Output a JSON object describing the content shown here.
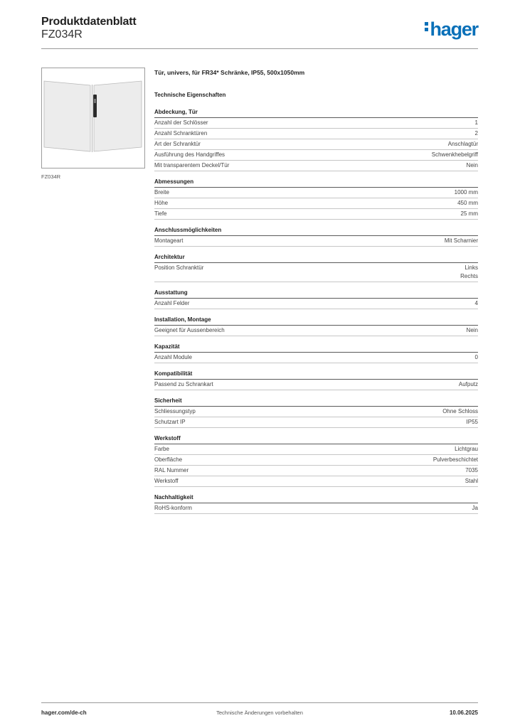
{
  "header": {
    "title": "Produktdatenblatt",
    "code": "FZ034R",
    "logo_text": "hager",
    "brand_color": "#0a70b8"
  },
  "image": {
    "caption": "FZ034R"
  },
  "product": {
    "description": "Tür, univers, für FR34* Schränke, IP55, 500x1050mm",
    "properties_title": "Technische Eigenschaften"
  },
  "sections": [
    {
      "title": "Abdeckung, Tür",
      "rows": [
        {
          "label": "Anzahl der Schlösser",
          "value": [
            "1"
          ]
        },
        {
          "label": "Anzahl Schranktüren",
          "value": [
            "2"
          ]
        },
        {
          "label": "Art der Schranktür",
          "value": [
            "Anschlagtür"
          ]
        },
        {
          "label": "Ausführung des Handgriffes",
          "value": [
            "Schwenkhebelgriff"
          ]
        },
        {
          "label": "Mit transparentem Deckel/Tür",
          "value": [
            "Nein"
          ]
        }
      ]
    },
    {
      "title": "Abmessungen",
      "rows": [
        {
          "label": "Breite",
          "value": [
            "1000 mm"
          ]
        },
        {
          "label": "Höhe",
          "value": [
            "450 mm"
          ]
        },
        {
          "label": "Tiefe",
          "value": [
            "25 mm"
          ]
        }
      ]
    },
    {
      "title": "Anschlussmöglichkeiten",
      "rows": [
        {
          "label": "Montageart",
          "value": [
            "Mit Scharnier"
          ]
        }
      ]
    },
    {
      "title": "Architektur",
      "rows": [
        {
          "label": "Position Schranktür",
          "value": [
            "Links",
            "Rechts"
          ]
        }
      ]
    },
    {
      "title": "Ausstattung",
      "rows": [
        {
          "label": "Anzahl Felder",
          "value": [
            "4"
          ]
        }
      ]
    },
    {
      "title": "Installation, Montage",
      "rows": [
        {
          "label": "Geeignet für Aussenbereich",
          "value": [
            "Nein"
          ]
        }
      ]
    },
    {
      "title": "Kapazität",
      "rows": [
        {
          "label": "Anzahl Module",
          "value": [
            "0"
          ]
        }
      ]
    },
    {
      "title": "Kompatibilität",
      "rows": [
        {
          "label": "Passend zu Schrankart",
          "value": [
            "Aufputz"
          ]
        }
      ]
    },
    {
      "title": "Sicherheit",
      "rows": [
        {
          "label": "Schliessungstyp",
          "value": [
            "Ohne Schloss"
          ]
        },
        {
          "label": "Schutzart IP",
          "value": [
            "IP55"
          ]
        }
      ]
    },
    {
      "title": "Werkstoff",
      "rows": [
        {
          "label": "Farbe",
          "value": [
            "Lichtgrau"
          ]
        },
        {
          "label": "Oberfläche",
          "value": [
            "Pulverbeschichtet"
          ]
        },
        {
          "label": "RAL Nummer",
          "value": [
            "7035"
          ]
        },
        {
          "label": "Werkstoff",
          "value": [
            "Stahl"
          ]
        }
      ]
    },
    {
      "title": "Nachhaltigkeit",
      "rows": [
        {
          "label": "RoHS-konform",
          "value": [
            "Ja"
          ]
        }
      ]
    }
  ],
  "footer": {
    "website": "hager.com/de-ch",
    "notice": "Technische Änderungen vorbehalten",
    "date": "10.06.2025"
  }
}
